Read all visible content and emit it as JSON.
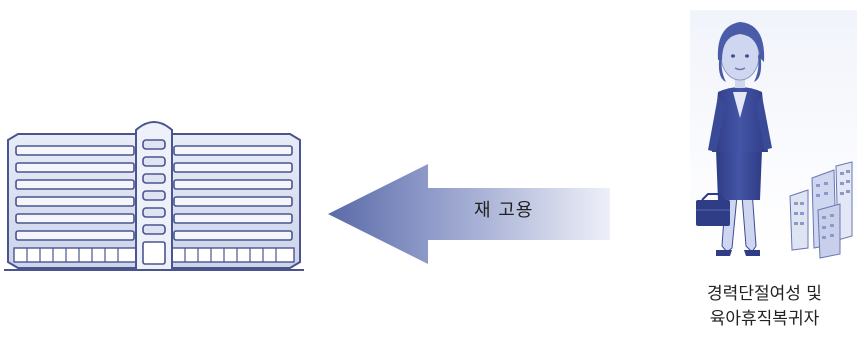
{
  "arrow": {
    "label": "재 고용"
  },
  "person": {
    "caption_line1": "경력단절여성  및",
    "caption_line2": "육아휴직복귀자"
  },
  "icons": {
    "building": "office-building-icon",
    "person": "businesswoman-icon",
    "skyline": "city-skyline-icon",
    "briefcase": "briefcase-icon"
  },
  "colors": {
    "arrow_dark": "#5a6aa8",
    "arrow_light": "#e8ebf6",
    "building_stroke": "#4a5590",
    "building_fill": "#dfe4f2",
    "suit": "#3a4a96",
    "hair": "#4a5ca8",
    "skin": "#cfd6ef"
  }
}
